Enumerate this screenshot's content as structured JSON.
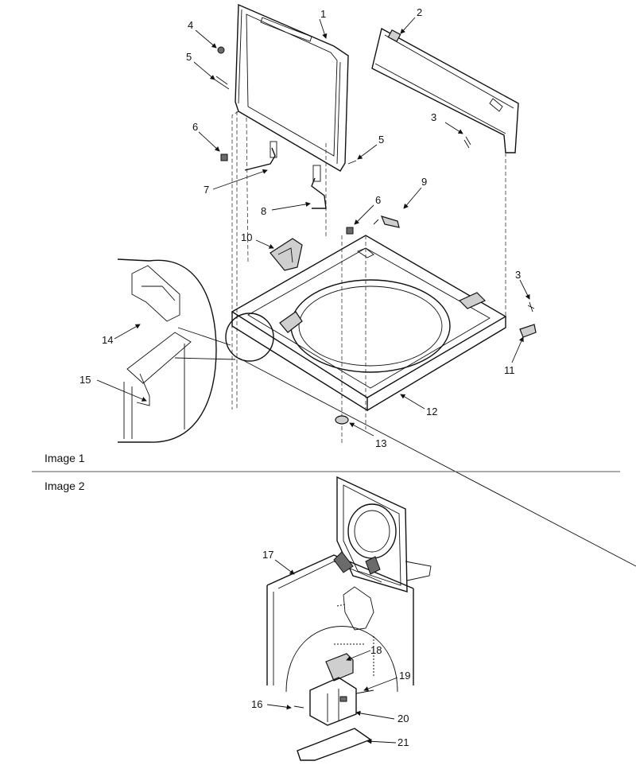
{
  "captions": {
    "image1": "Image 1",
    "image2": "Image 2"
  },
  "callouts": [
    "1",
    "2",
    "3",
    "4",
    "5",
    "5",
    "6",
    "6",
    "7",
    "8",
    "9",
    "10",
    "3",
    "11",
    "12",
    "13",
    "14",
    "15",
    "17",
    "18",
    "19",
    "16",
    "20",
    "21"
  ]
}
